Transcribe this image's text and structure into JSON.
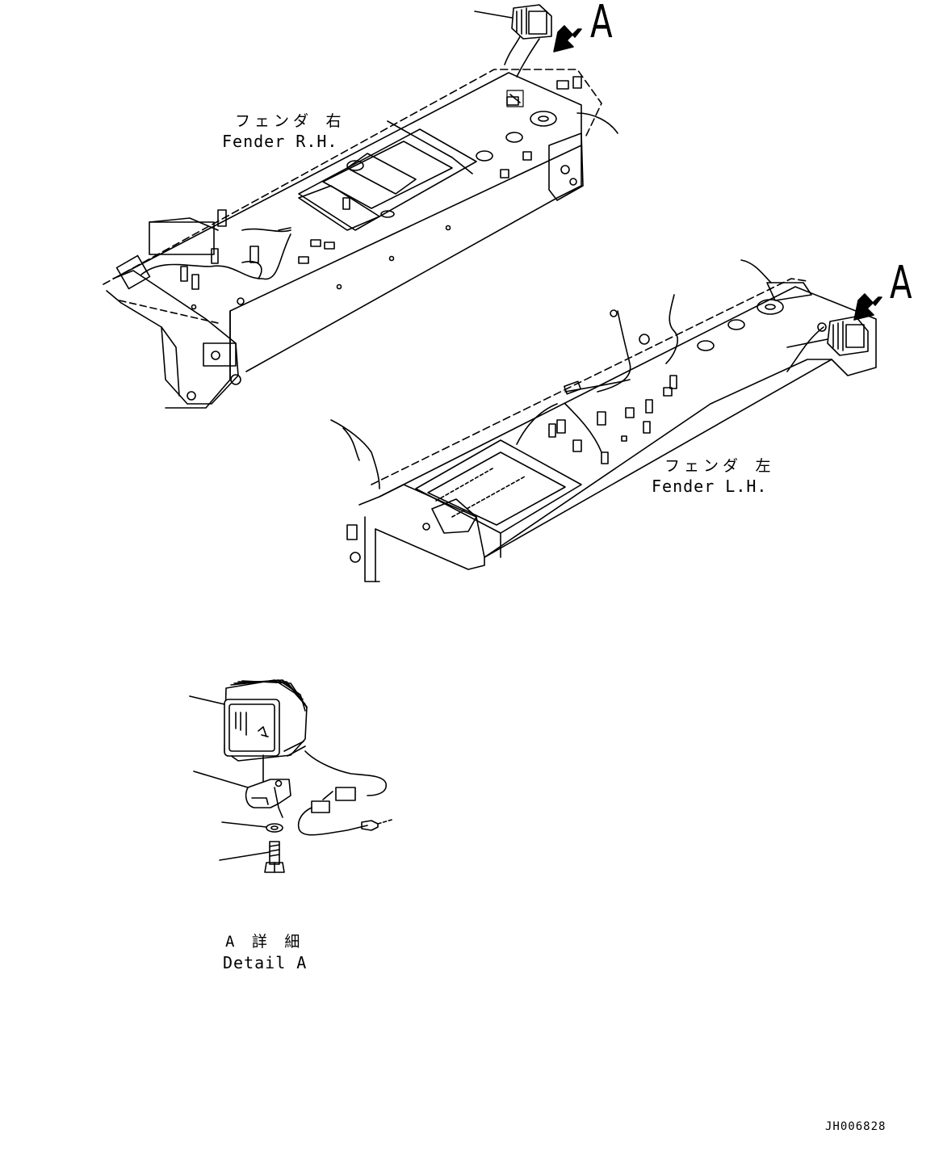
{
  "labels": {
    "fender_rh_jp": "フェンダ 右",
    "fender_rh_en": "Fender R.H.",
    "fender_lh_jp": "フェンダ 左",
    "fender_lh_en": "Fender L.H.",
    "detail_jp": "A 詳 細",
    "detail_en": "Detail A",
    "callout_a_top": "A",
    "callout_a_right": "A",
    "drawing_code": "JH006828"
  }
}
